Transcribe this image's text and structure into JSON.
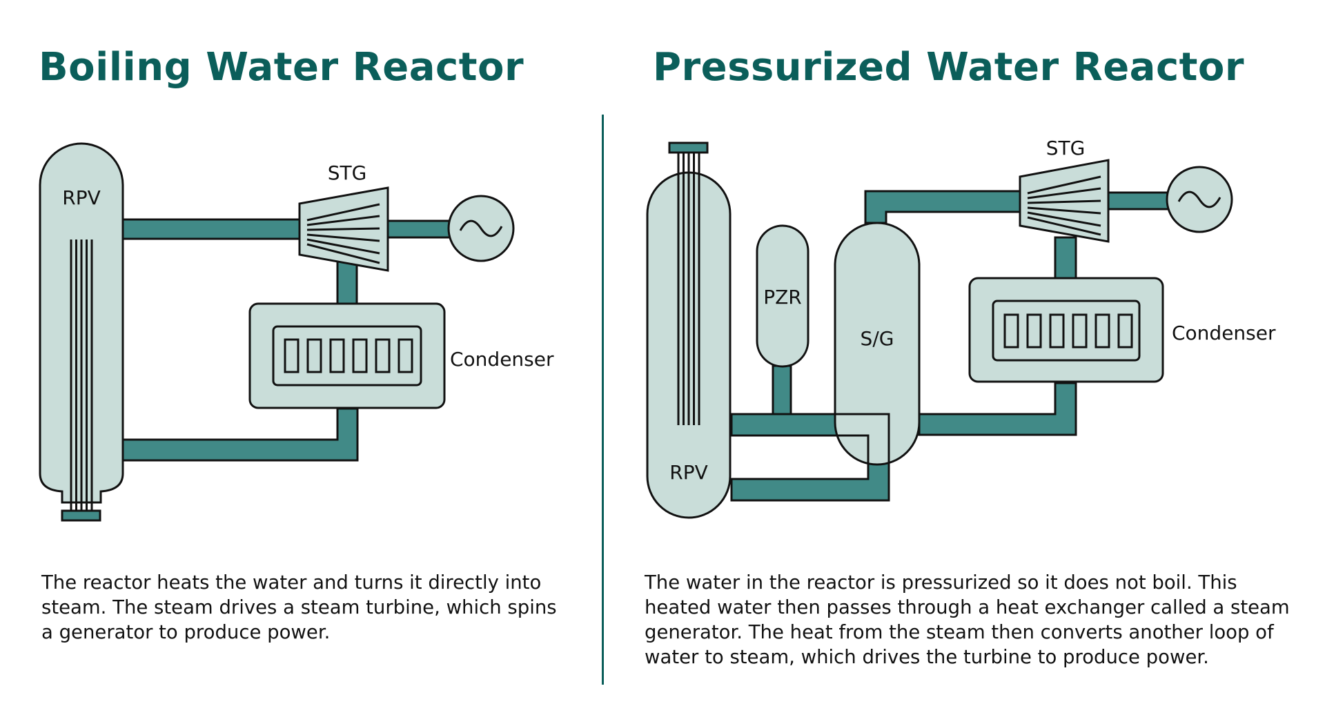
{
  "colors": {
    "title": "#0b5e5a",
    "pipe": "#418a87",
    "vessel": "#c9ddd9",
    "divider": "#0b5e5a",
    "outline": "#111111"
  },
  "bwr": {
    "title": "Boiling Water Reactor",
    "description": "The reactor heats the water and turns it directly into steam. The steam drives a steam turbine, which spins a generator to produce power.",
    "labels": {
      "rpv": "RPV",
      "stg": "STG",
      "condenser": "Condenser"
    },
    "generator_icon": "sine-wave-icon"
  },
  "pwr": {
    "title": "Pressurized Water Reactor",
    "description": "The water in the reactor is pressurized so it does not boil. This heated water then passes through a heat exchanger called a steam generator. The heat from the steam then converts another loop of water to steam, which drives the turbine to produce power.",
    "labels": {
      "rpv": "RPV",
      "pzr": "PZR",
      "sg": "S/G",
      "stg": "STG",
      "condenser": "Condenser"
    },
    "generator_icon": "sine-wave-icon"
  }
}
